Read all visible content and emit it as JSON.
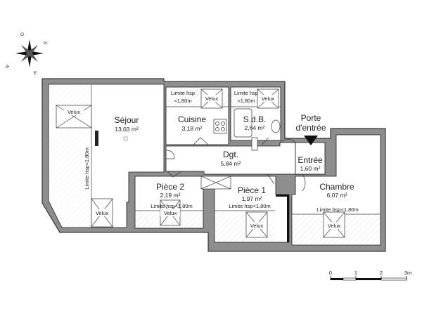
{
  "compass": {
    "n": "N",
    "s": "S",
    "e": "E",
    "o": "O"
  },
  "rooms": {
    "sejour": {
      "name": "Séjour",
      "area": "13,03 m²"
    },
    "cuisine": {
      "name": "Cuisine",
      "area": "3,18 m²"
    },
    "sdb": {
      "name": "S.d.B.",
      "area": "2,64 m²"
    },
    "dgt": {
      "name": "Dgt.",
      "area": "5,84 m²"
    },
    "entree": {
      "name": "Entrée",
      "area": "1,60 m²"
    },
    "piece2": {
      "name": "Pièce 2",
      "area": "2,19 m²"
    },
    "piece1": {
      "name": "Pièce 1",
      "area": "1,97 m²"
    },
    "chambre": {
      "name": "Chambre",
      "area": "6,07 m²"
    }
  },
  "velux_label": "Velux",
  "limits": {
    "cuisine_line1": "Limite hsp",
    "cuisine_line2": "<1,80m",
    "sdb_line1": "Limite hsp",
    "sdb_line2": "<1,80m",
    "sejour_vertical": "Limite hsp<1,80m",
    "piece2": "Limite hsp<1,80m",
    "piece1": "Limite hsp<1,80m",
    "chambre": "Limite hsp<1,80m"
  },
  "entrance": {
    "line1": "Porte",
    "line2": "d'entrée"
  },
  "scale": {
    "t0": "0",
    "t1": "1",
    "t2": "2",
    "t3": "3m"
  }
}
